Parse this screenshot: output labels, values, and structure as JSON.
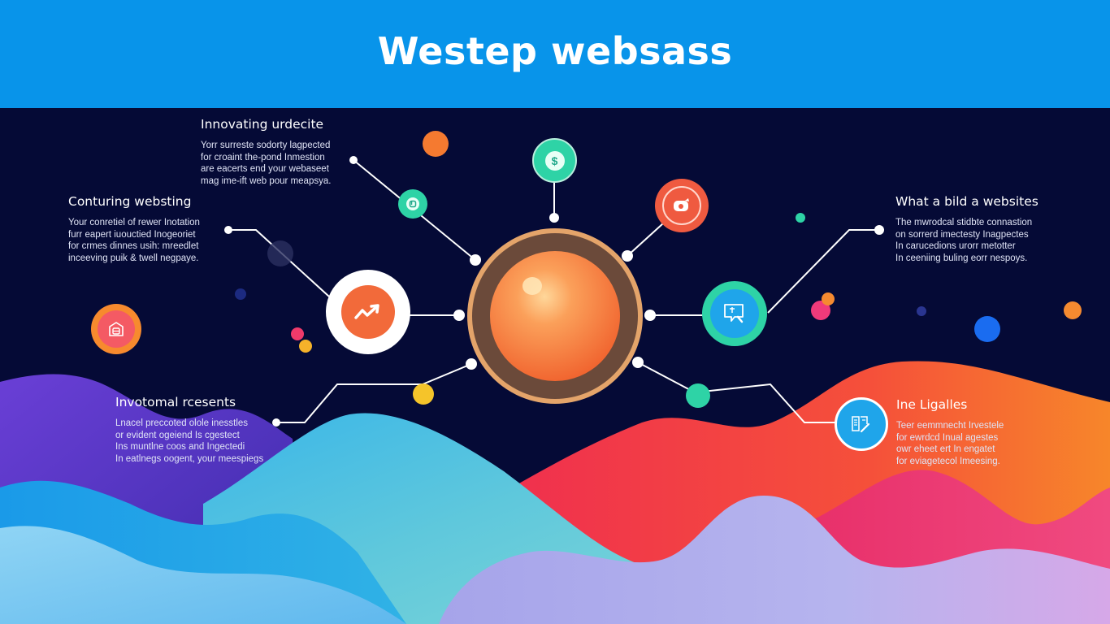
{
  "header": {
    "title": "Westep websass",
    "bg_color": "#0894ea"
  },
  "colors": {
    "background": "#050a36",
    "orange": "#f26a3a",
    "teal": "#2ed3a6",
    "blue": "#1fa5ea",
    "yellow": "#f5c02a",
    "pink": "#f03a7a",
    "purple": "#5a36c8"
  },
  "sections": [
    {
      "id": "top-left",
      "title": "Innovating urdecite",
      "body": "Yorr surreste sodorty lagpected\nfor croaint the-pond Inmestion\nare eacerts end your webaseet\nmag ime-ift web pour meapsya."
    },
    {
      "id": "mid-left",
      "title": "Conturing websting",
      "body": "Your conretiel of rewer Inotation\nfurr eapert iuouctied Inogeoriet\nfor crmes dinnes usih: mreedlet\ninceeving puik & twell negpaye."
    },
    {
      "id": "mid-right",
      "title": "What a bild a websites",
      "body": "The mwrodcal stidbte connastion\non sorrerd imectesty Inagpectes\nIn carucedions urorr metotter\nIn ceeniing buling eorr nespoys."
    },
    {
      "id": "bottom-left",
      "title": "Invotomal rcesents",
      "body": "Lnacel preccoted olole inesstles\nor evident ogeiend Is cgestect\nIns muntlne coos and Ingectedi\nIn eatlnegs oogent, your meespiegs"
    },
    {
      "id": "bottom-right",
      "title": "Ine Ligalles",
      "body": "Teer eemmnecht Irvestele\nfor ewrdcd Inual agestes\nowr eheet ert In engatet\nfor eviagetecol Imeesing."
    }
  ],
  "nodes": [
    {
      "id": "center-core",
      "icon": "sphere-icon"
    },
    {
      "id": "trend-node",
      "icon": "trending-up-icon"
    },
    {
      "id": "dollar-node",
      "icon": "dollar-icon"
    },
    {
      "id": "small-teal-node",
      "icon": "clock-icon"
    },
    {
      "id": "camera-node",
      "icon": "camera-icon"
    },
    {
      "id": "chat-node",
      "icon": "chat-edit-icon"
    },
    {
      "id": "briefcase-node",
      "icon": "briefcase-icon"
    },
    {
      "id": "document-node",
      "icon": "document-edit-icon"
    }
  ]
}
